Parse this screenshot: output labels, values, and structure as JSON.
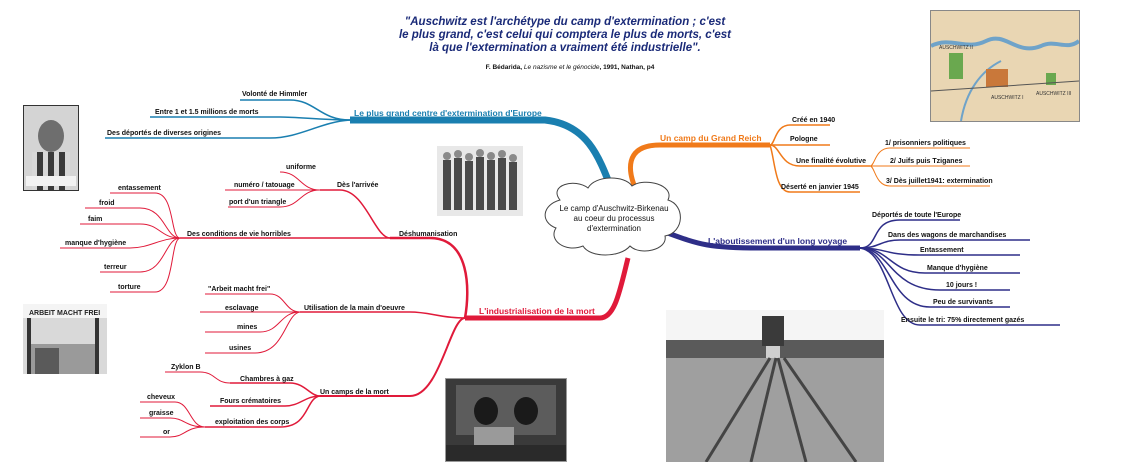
{
  "quote": {
    "line1": "\"Auschwitz est l'archétype du camp d'extermination ; c'est",
    "line2": "le plus grand, c'est celui qui comptera le plus de morts, c'est",
    "line3": "là que l'extermination a vraiment été industrielle\".",
    "cite_author": "F. Bédarida, ",
    "cite_title": "Le nazisme et le génocide",
    "cite_rest": ", 1991, Nathan, p4"
  },
  "center": "Le camp d'Auschwitz-Birkenau au coeur du processus d'extermination",
  "branches": {
    "biggest": {
      "title": "Le plus grand centre d'extermination d'Europe",
      "color": "#1a7fb0",
      "items": [
        "Volonté de Himmler",
        "Entre 1 et 1.5 millions de morts",
        "Des déportés de diverses origines"
      ]
    },
    "reich": {
      "title": "Un camp du Grand Reich",
      "color": "#f07a1a",
      "items": [
        "Créé en 1940",
        "Pologne",
        "Une finalité évolutive",
        "Déserté en janvier 1945"
      ],
      "finalite": [
        "1/ prisonniers politiques",
        "2/ Juifs puis Tziganes",
        "3/ Dès juillet1941: extermination"
      ]
    },
    "voyage": {
      "title": "L'aboutissement d'un long voyage",
      "color": "#2e2e88",
      "items": [
        "Déportés de toute l'Europe",
        "Dans des wagons de marchandises",
        "Entassement",
        "Manque d'hygiène",
        "10 jours !",
        "Peu de survivants",
        "Ensuite le tri:  75% directement gazés"
      ]
    },
    "industrial": {
      "title": "L'industrialisation de la mort",
      "color": "#e01a3a",
      "dehum": "Déshumanisation",
      "arrivee": "Dès l'arrivée",
      "arrivee_items": [
        "uniforme",
        "numéro / tatouage",
        "port d'un triangle"
      ],
      "conditions": "Des conditions de vie horribles",
      "conditions_items": [
        "entassement",
        "froid",
        "faim",
        "manque d'hygiène",
        "terreur",
        "torture"
      ],
      "utilisation": "Utilisation de la main d'oeuvre",
      "utilisation_items": [
        "\"Arbeit macht frei\"",
        "esclavage",
        "mines",
        "usines"
      ],
      "camps": "Un camps de la mort",
      "chambres": "Chambres à gaz",
      "zyklon": "Zyklon B",
      "fours": "Fours crématoires",
      "exploitation": "exploitation des corps",
      "exploitation_items": [
        "cheveux",
        "graisse",
        "or"
      ]
    }
  },
  "images": {
    "map_labels": [
      "AUSCHWITZ I",
      "AUSCHWITZ II",
      "AUSCHWITZ III"
    ],
    "gate_text": "ARBEIT MACHT FREI"
  }
}
